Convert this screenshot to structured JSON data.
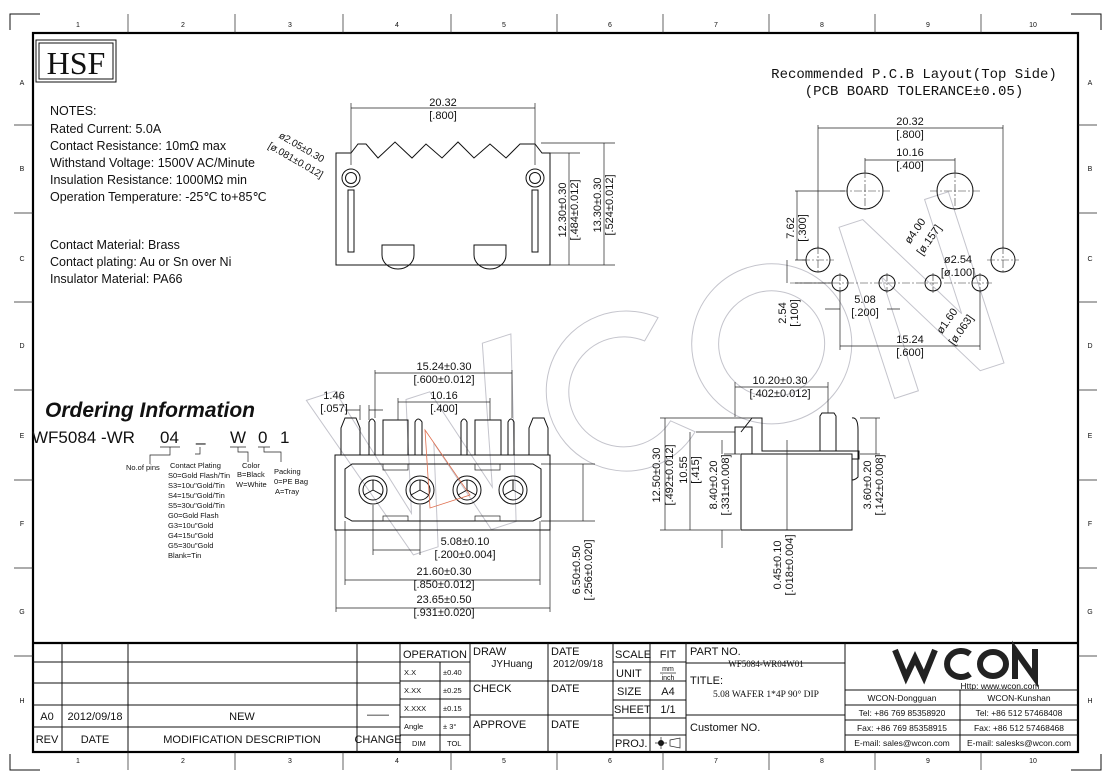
{
  "frame": {
    "columns": [
      "1",
      "2",
      "3",
      "4",
      "5",
      "6",
      "7",
      "8",
      "9",
      "10"
    ],
    "rows": [
      "A",
      "B",
      "C",
      "D",
      "E",
      "F",
      "G",
      "H"
    ]
  },
  "logo": "HSF",
  "watermark": "WCON",
  "notes": {
    "heading": "NOTES:",
    "lines": [
      "Rated Current: 5.0A",
      "Contact Resistance: 10mΩ  max",
      "Withstand Voltage: 1500V AC/Minute",
      "Insulation Resistance: 1000MΩ min",
      "Operation  Temperature: -25℃  to+85℃",
      "Contact Material: Brass",
      "Contact plating: Au or Sn over Ni",
      "Insulator Material: PA66"
    ]
  },
  "ordering": {
    "title": "Ordering Information",
    "prefix": "WF5084 -WR",
    "pins": "04",
    "plating": "_",
    "color": "W",
    "packing_code": "0",
    "suffix": "1",
    "pins_label": "No.of pins",
    "plating_label": "Contact Plating",
    "plating_options": [
      "S0=Gold Flash/Tin",
      "S3=10u\"Gold/Tin",
      "S4=15u\"Gold/Tin",
      "S5=30u\"Gold/Tin",
      "G0=Gold Flash",
      "G3=10u\"Gold",
      "G4=15u\"Gold",
      "G5=30u\"Gold",
      "Blank=Tin"
    ],
    "color_label": "Color",
    "color_options": [
      "B=Black",
      "W=White"
    ],
    "packing_label": "Packing",
    "packing_options": [
      "0=PE Bag",
      "A=Tray"
    ]
  },
  "pcb": {
    "title1": "Recommended P.C.B Layout(Top Side)",
    "title2": "(PCB BOARD TOLERANCE±0.05)",
    "d1": "20.32",
    "d1i": "[.800]",
    "d2": "10.16",
    "d2i": "[.400]",
    "d3": "7.62",
    "d3i": "[.300]",
    "d4": "ø4.00",
    "d4i": "[ø.157]",
    "d5": "ø2.54",
    "d5i": "[ø.100]",
    "d6": "2.54",
    "d6i": "[.100]",
    "d7": "5.08",
    "d7i": "[.200]",
    "d8": "ø1.60",
    "d8i": "[ø.063]",
    "d9": "15.24",
    "d9i": "[.600]"
  },
  "top_view": {
    "w": "20.32",
    "wi": "[.800]",
    "hole": "ø2.05±0.30",
    "holei": "[ø.081±0.012]",
    "h1": "12.30±0.30",
    "h1i": "[.484±0.012]",
    "h2": "13.30±0.30",
    "h2i": "[.524±0.012]"
  },
  "front_view": {
    "a": "15.24±0.30",
    "ai": "[.600±0.012]",
    "b": "1.46",
    "bi": "[.057]",
    "c": "10.16",
    "ci": "[.400]",
    "d": "5.08±0.10",
    "di": "[.200±0.004]",
    "e": "21.60±0.30",
    "ei": "[.850±0.012]",
    "f": "23.65±0.50",
    "fi": "[.931±0.020]",
    "g": "6.50±0.50",
    "gi": "[.256±0.020]"
  },
  "side_view": {
    "a": "10.20±0.30",
    "ai": "[.402±0.012]",
    "b": "12.50±0.30",
    "bi": "[.492±0.012]",
    "c": "10.55",
    "ci": "[.415]",
    "d": "8.40±0.20",
    "di": "[.331±0.008]",
    "e": "0.45±0.10",
    "ei": "[.018±0.004]",
    "f": "3.60±0.20",
    "fi": "[.142±0.008]"
  },
  "title_block": {
    "rev_row": {
      "rev": "A0",
      "date": "2012/09/18",
      "desc": "NEW",
      "change": "——"
    },
    "headers": {
      "rev": "REV",
      "date": "DATE",
      "desc": "MODIFICATION  DESCRIPTION",
      "change": "CHANGE"
    },
    "operation": "OPERATION",
    "tolerances": [
      {
        "dim": "X.X",
        "tol": "±0.40"
      },
      {
        "dim": "X.XX",
        "tol": "±0.25"
      },
      {
        "dim": "X.XXX",
        "tol": "±0.15"
      },
      {
        "dim": "Angle",
        "tol": "±  3°"
      }
    ],
    "dim_label": "DIM",
    "tol_label": "TOL",
    "draw": "DRAW",
    "drawer": "JYHuang",
    "check": "CHECK",
    "approve": "APPROVE",
    "date_label": "DATE",
    "draw_date": "2012/09/18",
    "scale": "SCALE",
    "scale_val": "FIT",
    "unit": "UNIT",
    "unit_val_top": "mm",
    "unit_val_bottom": "inch",
    "size": "SIZE",
    "size_val": "A4",
    "sheet": "SHEET",
    "sheet_val": "1/1",
    "proj": "PROJ.",
    "part_no_label": "PART NO.",
    "part_no": "WF5084-WR04W01",
    "title_label": "TITLE:",
    "title": "5.08 WAFER 1*4P 90° DIP",
    "customer_label": "Customer NO.",
    "brand": "WCON",
    "url": "Http: www.wcon.com",
    "offices": [
      {
        "name": "WCON-Dongguan",
        "tel": "Tel: +86 769 85358920",
        "fax": "Fax: +86 769 85358915",
        "email": "E-mail: sales@wcon.com"
      },
      {
        "name": "WCON-Kunshan",
        "tel": "Tel: +86 512 57468408",
        "fax": "Fax: +86 512 57468468",
        "email": "E-mail: salesks@wcon.com"
      }
    ]
  }
}
